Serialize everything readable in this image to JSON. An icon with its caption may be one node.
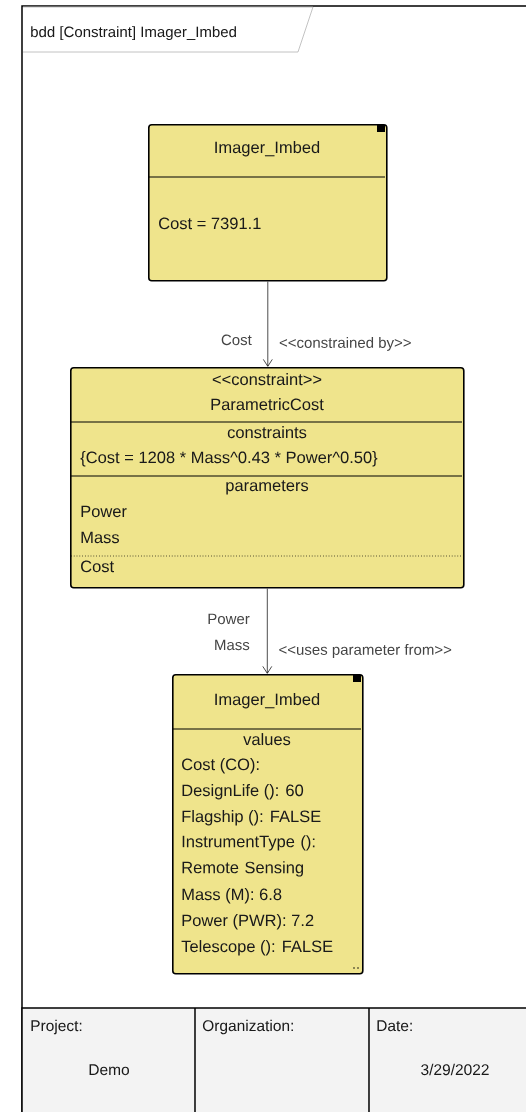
{
  "diagram": {
    "title": "bdd [Constraint] Imager_Imbed",
    "nodes": [
      {
        "text": [
          "Imager_Imbed",
          "Cost = 7391.1"
        ]
      },
      {
        "text": [
          "<<constraint>>",
          "ParametricCost",
          "constraints",
          "{Cost = 1208 * Mass^0.43 * Power^0.50}",
          "parameters",
          "Power",
          "Mass",
          "Cost"
        ]
      },
      {
        "text": [
          "Imager_Imbed",
          "values",
          "Cost (CO):",
          "DesignLife (): 60",
          "Flagship (): FALSE",
          "InstrumentType (): Remote Sensing",
          "Mass (M): 6.8",
          "Power (PWR): 7.2",
          "Telescope (): FALSE"
        ]
      }
    ],
    "edges": [
      {
        "from": 0,
        "to": 1,
        "arrow": "to",
        "label": "<<constrained by>>"
      },
      {
        "from": 1,
        "to": 2,
        "arrow": "to",
        "label": "<<uses parameter from>>"
      }
    ],
    "labels": [
      "Cost",
      "Power",
      "Mass",
      "Project:",
      "Organization:",
      "Date:",
      "Demo",
      "3/29/2022"
    ]
  }
}
